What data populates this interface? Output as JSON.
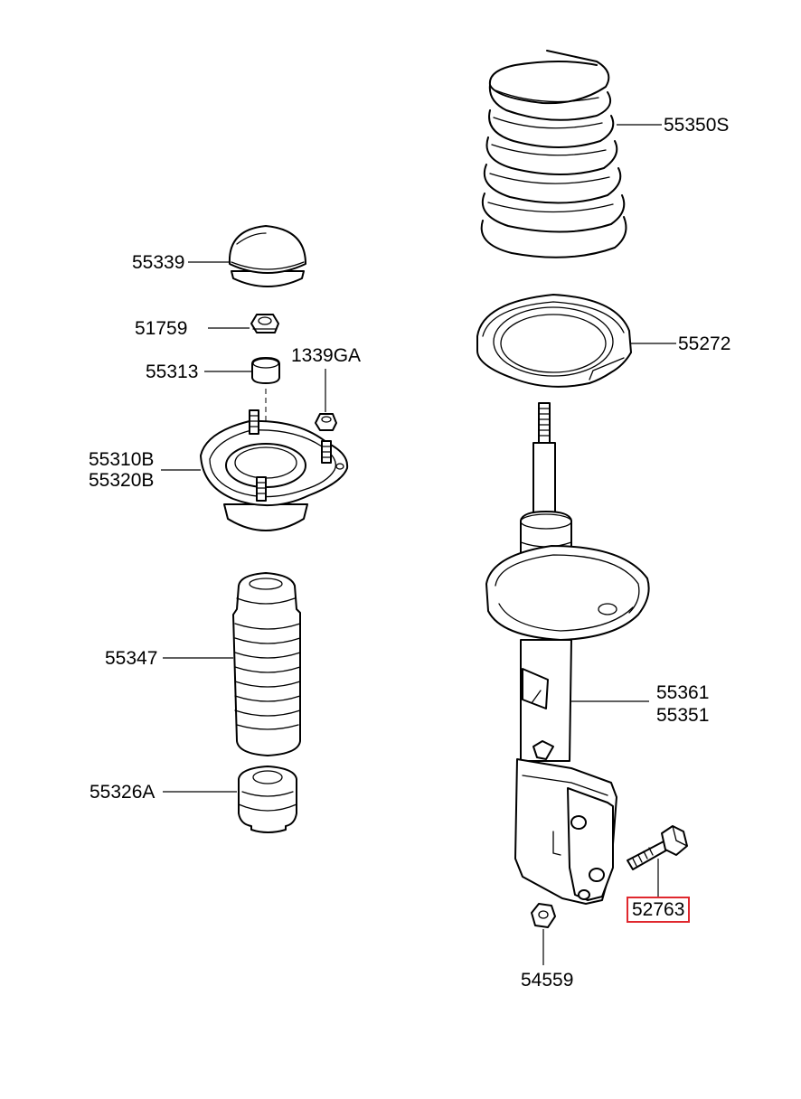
{
  "diagram": {
    "parts": [
      {
        "id": "p55350s",
        "label": "55350S",
        "name": "coil-spring"
      },
      {
        "id": "p55339",
        "label": "55339",
        "name": "dust-cap"
      },
      {
        "id": "p51759",
        "label": "51759",
        "name": "lock-nut"
      },
      {
        "id": "p55313",
        "label": "55313",
        "name": "spacer"
      },
      {
        "id": "p1339ga",
        "label": "1339GA",
        "name": "flange-nut"
      },
      {
        "id": "p55272",
        "label": "55272",
        "name": "spring-pad"
      },
      {
        "id": "p55310b",
        "label": "55310B",
        "name": "strut-mount-insulator"
      },
      {
        "id": "p55320b",
        "label": "55320B",
        "name": "strut-mount-insulator-alt"
      },
      {
        "id": "p55347",
        "label": "55347",
        "name": "dust-boot"
      },
      {
        "id": "p55361",
        "label": "55361",
        "name": "strut-assembly"
      },
      {
        "id": "p55351",
        "label": "55351",
        "name": "strut-assembly-alt"
      },
      {
        "id": "p55326a",
        "label": "55326A",
        "name": "bump-stopper"
      },
      {
        "id": "p52763",
        "label": "52763",
        "name": "bolt",
        "highlighted": true
      },
      {
        "id": "p54559",
        "label": "54559",
        "name": "nut"
      }
    ],
    "highlight_color": "#e0282e"
  }
}
